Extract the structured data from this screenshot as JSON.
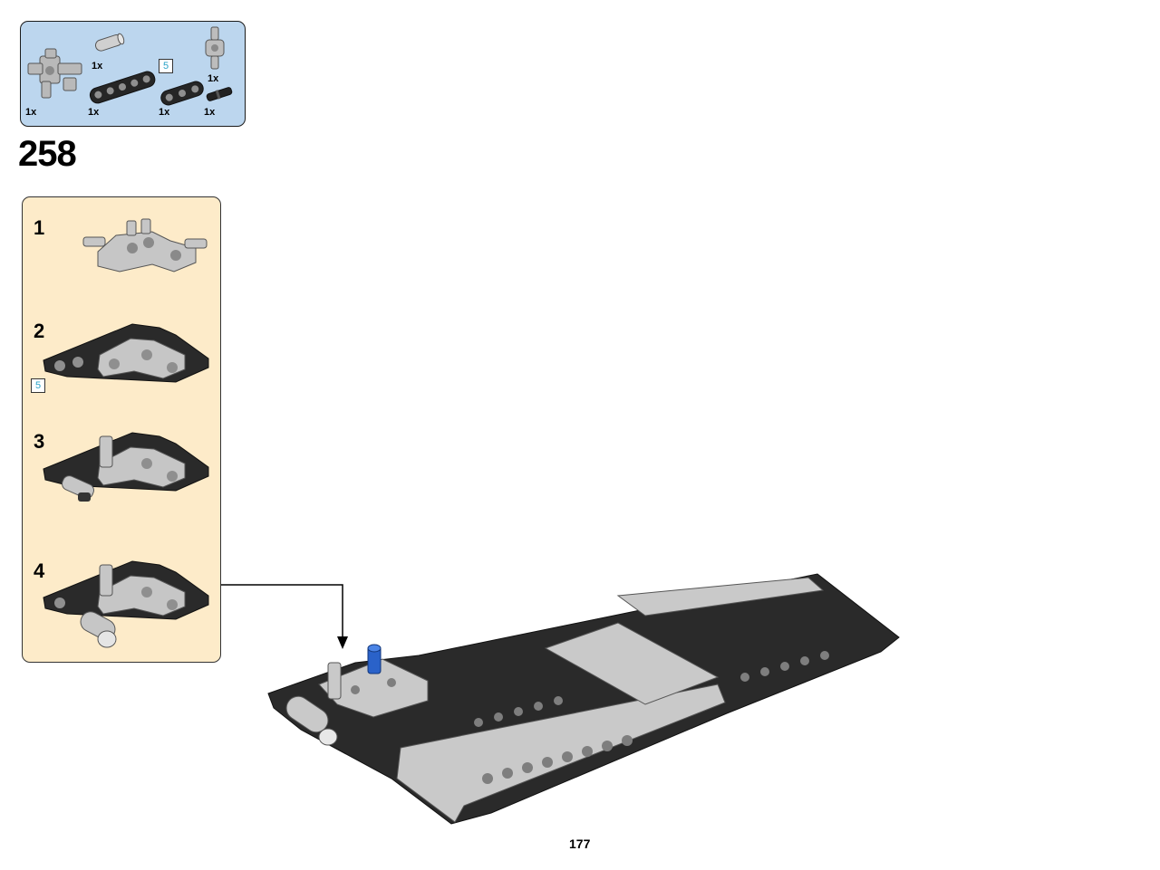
{
  "parts_callout": {
    "items": [
      {
        "name": "connector-hub-icon",
        "quantity": "1x"
      },
      {
        "name": "axle-pin-icon",
        "quantity": "1x"
      },
      {
        "name": "beam-5-icon",
        "quantity": "1x",
        "length_badge": "5"
      },
      {
        "name": "beam-3-icon",
        "quantity": "1x"
      },
      {
        "name": "cross-connector-icon",
        "quantity": "1x"
      },
      {
        "name": "pin-black-icon",
        "quantity": "1x"
      }
    ]
  },
  "step": {
    "number": "258"
  },
  "substeps": [
    {
      "number": "1"
    },
    {
      "number": "2",
      "length_badge": "5"
    },
    {
      "number": "3"
    },
    {
      "number": "4"
    }
  ],
  "page": {
    "number": "177"
  },
  "colors": {
    "parts_bg": "#bcd6ee",
    "substep_bg": "#fdebc9",
    "brick_dark": "#2b2b2b",
    "brick_light": "#c8c8c8",
    "accent_blue": "#2a62c9"
  }
}
